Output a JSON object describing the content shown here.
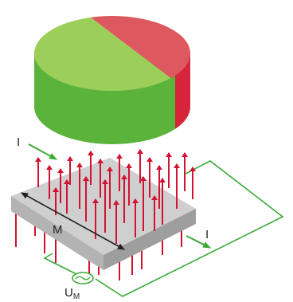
{
  "labels": {
    "current_in": "I",
    "current_out": "I",
    "length": "M",
    "voltage_symbol": "U",
    "voltage_subscript": "M"
  },
  "colors": {
    "magnet_north": "#de5860",
    "magnet_north_side": "#d8243a",
    "magnet_south": "#9bcf5a",
    "magnet_south_side": "#5bb33c",
    "field_lines": "#d21230",
    "plate_top": "#cfcfcf",
    "plate_side": "#9e9e9e",
    "circuit": "#3aaa35",
    "arrow_dark": "#222222"
  }
}
